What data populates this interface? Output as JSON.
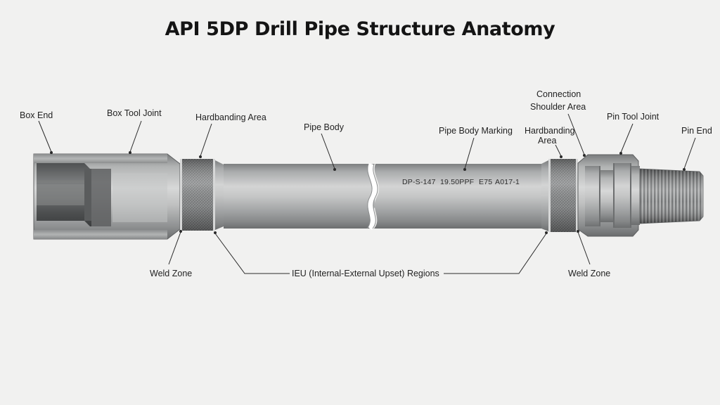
{
  "title": "API 5DP Drill Pipe Structure Anatomy",
  "labels": {
    "box_end": "Box End",
    "box_tool_joint": "Box Tool Joint",
    "hardbanding_area_left": "Hardbanding Area",
    "pipe_body": "Pipe Body",
    "pipe_body_marking": "Pipe Body Marking",
    "hardbanding_area_right_line1": "Hardbanding",
    "hardbanding_area_right_line2": "Area",
    "connection_shoulder_line1": "Connection",
    "connection_shoulder_line2": "Shoulder Area",
    "pin_tool_joint": "Pin Tool Joint",
    "pin_end": "Pin End",
    "weld_zone_left": "Weld Zone",
    "ieu_regions": "IEU (Internal-External Upset) Regions",
    "weld_zone_right": "Weld Zone"
  },
  "marking": {
    "id": "DP-S-147",
    "weight": "19.50PPF",
    "grade": "E75",
    "serial": "A017-1"
  }
}
